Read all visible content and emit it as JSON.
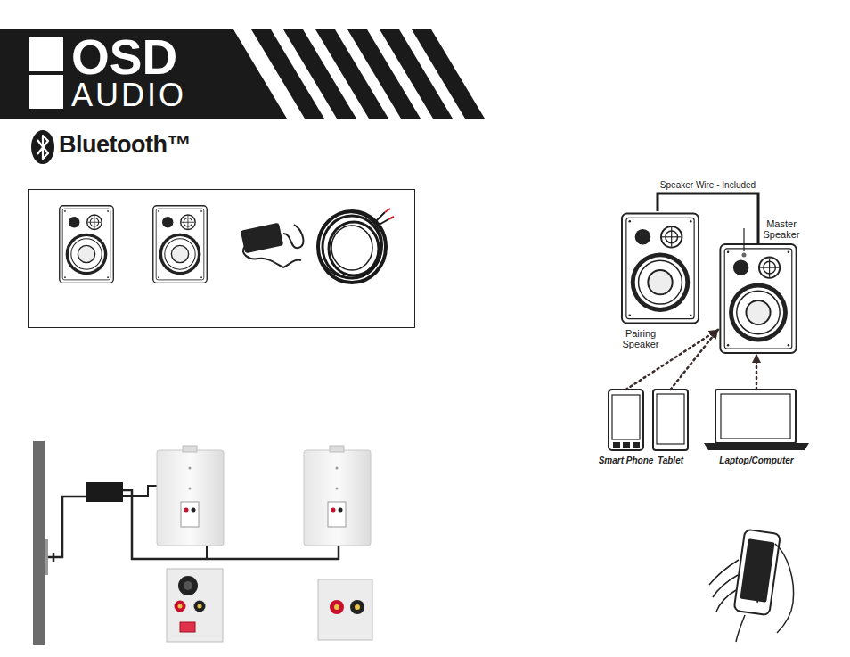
{
  "diagram": {
    "nodes": [
      {
        "text": [
          "Pairing Speaker"
        ]
      },
      {
        "text": [
          "Master Speaker"
        ]
      },
      {
        "text": [
          "Smart Phone"
        ]
      },
      {
        "text": [
          "Tablet"
        ]
      },
      {
        "text": [
          "Laptop/Computer"
        ]
      }
    ],
    "edges": [
      {
        "from": 0,
        "to": 1,
        "label": "Speaker Wire - Included",
        "arrow": "none"
      },
      {
        "from": 2,
        "to": 1,
        "arrow": "to"
      },
      {
        "from": 3,
        "to": 1,
        "arrow": "to"
      },
      {
        "from": 4,
        "to": 1,
        "arrow": "to"
      }
    ],
    "labels": [
      "OSD",
      "AUDIO",
      "Bluetooth™"
    ]
  }
}
